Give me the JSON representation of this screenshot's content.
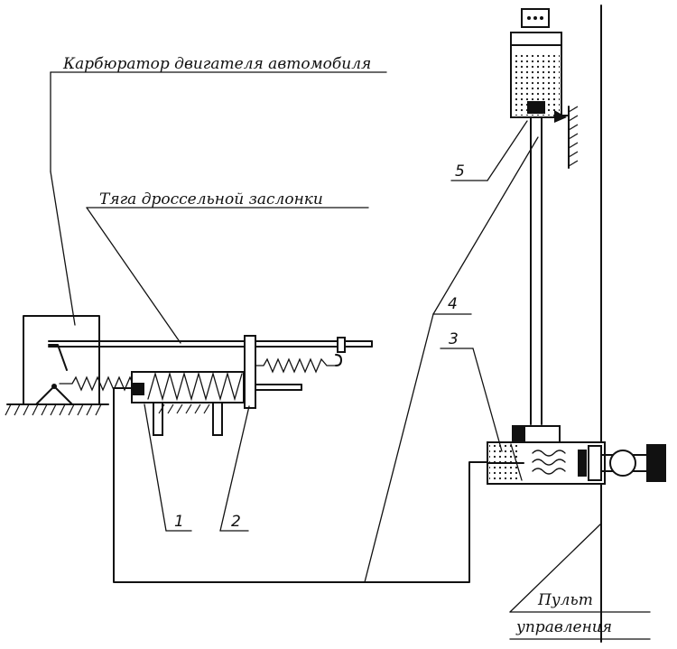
{
  "labels": {
    "carburetor": "Карбюратор двигателя автомобиля",
    "throttle_rod": "Тяга дроссельной заслонки",
    "control_panel_line1": "Пульт",
    "control_panel_line2": "управления"
  },
  "callouts": {
    "n1": "1",
    "n2": "2",
    "n3": "3",
    "n4": "4",
    "n5": "5"
  },
  "colors": {
    "ink": "#111111",
    "paper": "#ffffff"
  }
}
